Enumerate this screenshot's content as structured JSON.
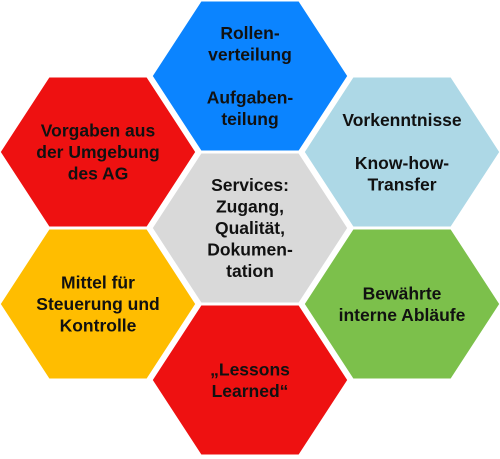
{
  "hexagons": {
    "center": {
      "lines": [
        "Services:",
        "Zugang,",
        "Qualität,",
        "Dokumen-",
        "tation"
      ],
      "color": "#d9d9d9"
    },
    "top": {
      "lines": [
        "Rollen-",
        "verteilung",
        "",
        "Aufgaben-",
        "teilung"
      ],
      "color": "#0b84ff"
    },
    "top_right": {
      "lines": [
        "Vorkenntnisse",
        "",
        "Know-how-",
        "Transfer"
      ],
      "color": "#add8e6"
    },
    "bottom_right": {
      "lines": [
        "Bewährte",
        "interne Abläufe"
      ],
      "color": "#7cc04b"
    },
    "bottom": {
      "lines": [
        "„Lessons",
        "Learned“"
      ],
      "color": "#ee1111"
    },
    "bottom_left": {
      "lines": [
        "Mittel für",
        "Steuerung und",
        "Kontrolle"
      ],
      "color": "#ffbd00"
    },
    "top_left": {
      "lines": [
        "Vorgaben aus",
        "der Umgebung",
        "des AG"
      ],
      "color": "#ee1111"
    }
  }
}
